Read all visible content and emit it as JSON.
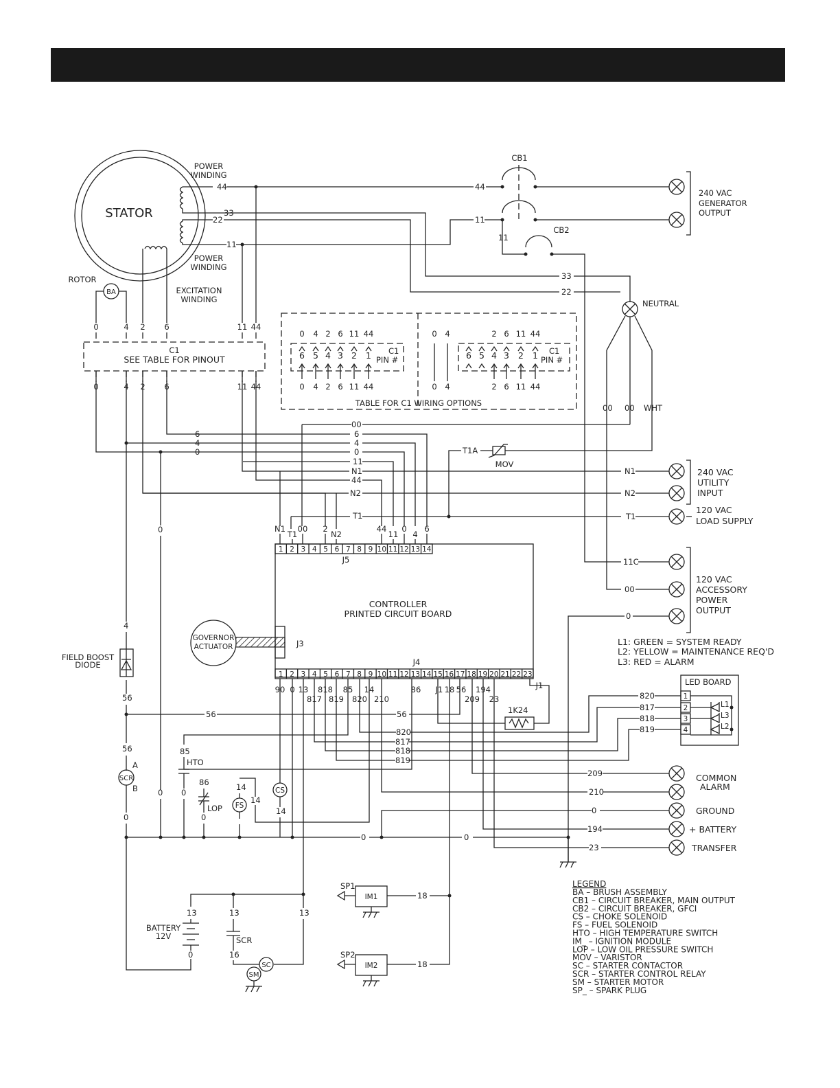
{
  "components": {
    "stator": "STATOR",
    "power_winding_top": [
      "POWER",
      "WINDING"
    ],
    "power_winding_bottom": [
      "POWER",
      "WINDING"
    ],
    "excitation_winding": [
      "EXCITATION",
      "WINDING"
    ],
    "rotor": "ROTOR",
    "brush_assembly": "BA",
    "cb1": "CB1",
    "cb2": "CB2",
    "c1_connector": [
      "C1",
      "SEE TABLE FOR PINOUT"
    ],
    "c1_table_caption": "TABLE FOR C1 WIRING OPTIONS",
    "c1_pin_label": [
      "C1",
      "PIN #"
    ],
    "neutral": "NEUTRAL",
    "mov_label": "MOV",
    "controller": [
      "CONTROLLER",
      "PRINTED CIRCUIT BOARD"
    ],
    "j5": "J5",
    "j4": "J4",
    "j3": "J3",
    "governor_actuator": [
      "GOVERNOR",
      "ACTUATOR"
    ],
    "field_boost_diode": [
      "FIELD BOOST",
      "DIODE"
    ],
    "scr_relay": "SCR",
    "scr_pins": [
      "A",
      "B"
    ],
    "hto": "HTO",
    "lop": "LOP",
    "fs": "FS",
    "cs": "CS",
    "battery": [
      "BATTERY",
      "12V"
    ],
    "scr_coil": "SCR",
    "sc": "SC",
    "sm": "SM",
    "sp1": "SP1",
    "sp2": "SP2",
    "im1": "IM1",
    "im2": "IM2",
    "led_board": "LED BOARD",
    "resistor": "1K24",
    "led_labels": [
      "L1",
      "L3",
      "L2"
    ]
  },
  "outputs": {
    "generator_output": [
      "240 VAC",
      "GENERATOR",
      "OUTPUT"
    ],
    "utility_input": [
      "240 VAC",
      "UTILITY",
      "INPUT"
    ],
    "load_supply": [
      "120 VAC",
      "LOAD SUPPLY"
    ],
    "accessory_output": [
      "120 VAC",
      "ACCESSORY",
      "POWER",
      "OUTPUT"
    ],
    "common_alarm": [
      "COMMON",
      "ALARM"
    ],
    "ground": "GROUND",
    "battery_plus": "+ BATTERY",
    "transfer": "TRANSFER"
  },
  "led_notes": [
    "L1:  GREEN = SYSTEM READY",
    "L2:  YELLOW = MAINTENANCE REQ'D",
    "L3:  RED = ALARM"
  ],
  "legend": {
    "title": "LEGEND",
    "items": [
      "BA – BRUSH ASSEMBLY",
      "CB1 – CIRCUIT BREAKER, MAIN OUTPUT",
      "CB2 – CIRCUIT BREAKER, GFCI",
      "CS – CHOKE SOLENOID",
      "FS – FUEL SOLENOID",
      "HTO – HIGH TEMPERATURE SWITCH",
      "IM_ – IGNITION MODULE",
      "LOP – LOW OIL PRESSURE SWITCH",
      "MOV – VARISTOR",
      "SC – STARTER CONTACTOR",
      "SCR – STARTER CONTROL RELAY",
      "SM – STARTER MOTOR",
      "SP_ – SPARK PLUG"
    ]
  },
  "c1_pins_top": [
    "0",
    "4",
    "2",
    "6",
    "11",
    "44"
  ],
  "c1_pins_bottom": [
    "0",
    "4",
    "2",
    "6",
    "11",
    "44"
  ],
  "table_a_top": [
    "0",
    "4",
    "2",
    "6",
    "11",
    "44"
  ],
  "table_a_pins": [
    "6",
    "5",
    "4",
    "3",
    "2",
    "1"
  ],
  "table_a_bottom": [
    "0",
    "4",
    "2",
    "6",
    "11",
    "44"
  ],
  "table_b_left": [
    "0",
    "4"
  ],
  "table_b_top": [
    "2",
    "6",
    "11",
    "44"
  ],
  "table_b_pins": [
    "6",
    "5",
    "4",
    "3",
    "2",
    "1"
  ],
  "table_b_bottom": [
    "2",
    "6",
    "11",
    "44"
  ],
  "j5_pins": [
    "1",
    "2",
    "3",
    "4",
    "5",
    "6",
    "7",
    "8",
    "9",
    "10",
    "11",
    "12",
    "13",
    "14"
  ],
  "j5_wires": [
    "N1",
    "T1",
    "00",
    "2",
    "N2",
    "44",
    "11",
    "0",
    "4",
    "6"
  ],
  "j4_pins": [
    "1",
    "2",
    "3",
    "4",
    "5",
    "6",
    "7",
    "8",
    "9",
    "10",
    "11",
    "12",
    "13",
    "14",
    "15",
    "16",
    "17",
    "18",
    "19",
    "20",
    "21",
    "22",
    "23"
  ],
  "j4_wires": [
    "90",
    "0",
    "13",
    "817",
    "818",
    "819",
    "85",
    "820",
    "14",
    "210",
    "86",
    "J1",
    "18",
    "56",
    "209",
    "194",
    "23",
    "J1"
  ],
  "led_pins": [
    "1",
    "2",
    "3",
    "4"
  ],
  "wire_labels": {
    "w44a": "44",
    "w33a": "33",
    "w22a": "22",
    "w11a": "11",
    "w44b": "44",
    "w11b": "11",
    "w11c": "11",
    "w33b": "33",
    "w22b": "22",
    "c1_11": "11",
    "c1_44": "44",
    "w00_neu": "00",
    "w00_neu2": "00",
    "wht": "WHT",
    "t1a": "T1A",
    "h00": "00",
    "h6a": "6",
    "h6b": "6",
    "h4a": "4",
    "h4b": "4",
    "h0a": "0",
    "h0b": "0",
    "h11": "11",
    "hn1": "N1",
    "h44": "44",
    "hn2": "N2",
    "ht1": "T1",
    "rn1": "N1",
    "rn2": "N2",
    "rt1": "T1",
    "r11c": "11C",
    "r00": "00",
    "r0": "0",
    "v0": "0",
    "v4": "4",
    "v56a": "56",
    "v56b": "56",
    "v0b": "0",
    "h56a": "56",
    "h56b": "56",
    "h820": "820",
    "h817": "817",
    "h818": "818",
    "h819": "819",
    "l820": "820",
    "l817": "817",
    "l818": "818",
    "l819": "819",
    "h209": "209",
    "h210": "210",
    "h0g": "0",
    "h194": "194",
    "h23": "23",
    "v85": "85",
    "v86": "86",
    "v0c": "0",
    "v0d": "0",
    "v14a": "14",
    "v14b": "14",
    "v14c": "14",
    "v0e": "0",
    "gnd0a": "0",
    "gnd0b": "0",
    "v13a": "13",
    "v13b": "13",
    "v13c": "13",
    "v0f": "0",
    "v16": "16",
    "h18a": "18",
    "h18b": "18"
  }
}
